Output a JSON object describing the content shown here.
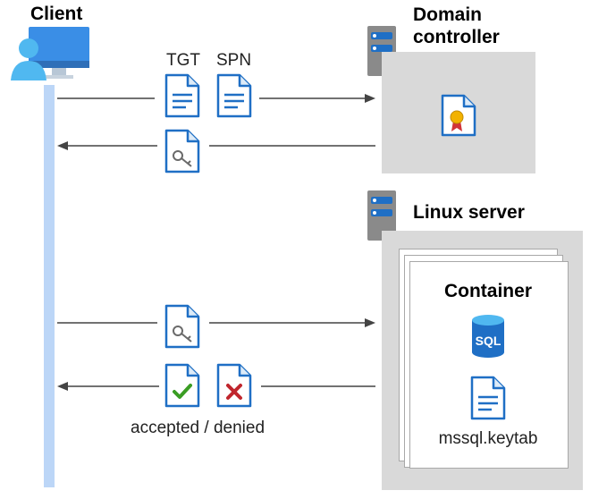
{
  "client": {
    "title": "Client"
  },
  "domain_controller": {
    "title_line1": "Domain",
    "title_line2": "controller"
  },
  "linux_server": {
    "title": "Linux server"
  },
  "container": {
    "title": "Container",
    "sql_badge": "SQL",
    "keytab_label": "mssql.keytab"
  },
  "messages": {
    "tgt_label": "TGT",
    "spn_label": "SPN",
    "result_label": "accepted / denied"
  },
  "colors": {
    "doc_blue": "#1f6fc5",
    "doc_fill": "#ddebf8",
    "lifeline": "#bcd6f7",
    "panel_gray": "#d9d9d9",
    "server_gray": "#8a8a8a",
    "accept_green": "#3a9d23",
    "deny_red": "#c0262d",
    "cert_red": "#d13438",
    "cert_gold": "#f2b200"
  }
}
